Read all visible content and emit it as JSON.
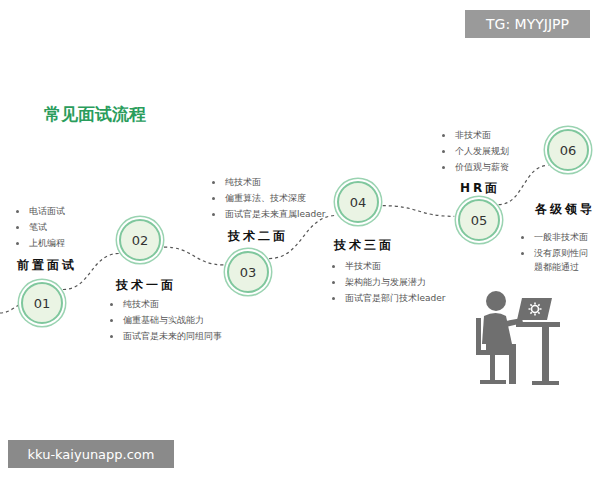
{
  "diagram": {
    "title": "常见面试流程",
    "nodes": [
      {
        "text": [
          "01",
          "前置面试",
          "电话面试",
          "笔试",
          "上机编程"
        ]
      },
      {
        "text": [
          "02",
          "技术一面",
          "纯技术面",
          "偏重基础与实战能力",
          "面试官是未来的同组同事"
        ]
      },
      {
        "text": [
          "03",
          "技术二面",
          "纯技术面",
          "偏重算法、技术深度",
          "面试官是未来直属leader"
        ]
      },
      {
        "text": [
          "04",
          "技术三面",
          "半技术面",
          "架构能力与发展潜力",
          "面试官是部门技术leader"
        ]
      },
      {
        "text": [
          "05",
          "HR面",
          "非技术面",
          "个人发展规划",
          "价值观与薪资"
        ]
      },
      {
        "text": [
          "06",
          "各级领导",
          "一般非技术面",
          "没有原则性问题都能通过"
        ]
      }
    ],
    "edges": [
      {
        "from": 0,
        "to": 1,
        "arrow": "none"
      },
      {
        "from": 1,
        "to": 2,
        "arrow": "none"
      },
      {
        "from": 2,
        "to": 3,
        "arrow": "none"
      },
      {
        "from": 3,
        "to": 4,
        "arrow": "none"
      },
      {
        "from": 4,
        "to": 5,
        "arrow": "none"
      }
    ],
    "labels": [
      "TG: MYYJJPP",
      "kku-kaiyunapp.com"
    ]
  }
}
